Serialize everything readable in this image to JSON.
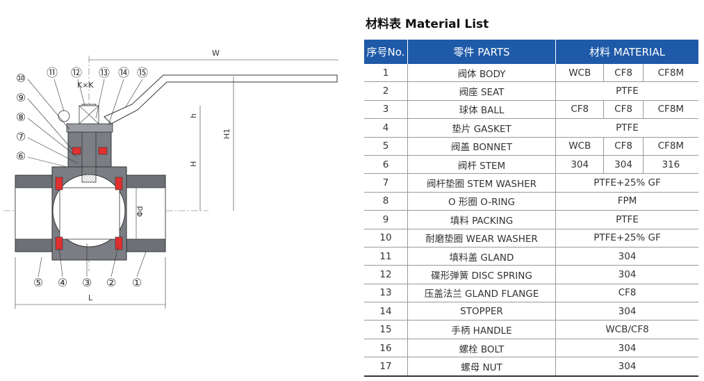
{
  "title": "材料表 Material List",
  "table": {
    "headers": [
      "序号No.",
      "零件 PARTS",
      "材料 MATERIAL"
    ],
    "rows": [
      {
        "no": "1",
        "part": "阀体 BODY",
        "mat": [
          "WCB",
          "CF8",
          "CF8M"
        ]
      },
      {
        "no": "2",
        "part": "阀座 SEAT",
        "mat": [
          "PTFE"
        ]
      },
      {
        "no": "3",
        "part": "球体 BALL",
        "mat": [
          "CF8",
          "CF8",
          "CF8M"
        ]
      },
      {
        "no": "4",
        "part": "垫片 GASKET",
        "mat": [
          "PTFE"
        ]
      },
      {
        "no": "5",
        "part": "阀盖 BONNET",
        "mat": [
          "WCB",
          "CF8",
          "CF8M"
        ]
      },
      {
        "no": "6",
        "part": "阀杆 STEM",
        "mat": [
          "304",
          "304",
          "316"
        ]
      },
      {
        "no": "7",
        "part": "阀杆垫圈 STEM WASHER",
        "mat": [
          "PTFE+25% GF"
        ]
      },
      {
        "no": "8",
        "part": "O 形圈 O-RING",
        "mat": [
          "FPM"
        ]
      },
      {
        "no": "9",
        "part": "填料 PACKING",
        "mat": [
          "PTFE"
        ]
      },
      {
        "no": "10",
        "part": "耐磨垫圈 WEAR WASHER",
        "mat": [
          "PTFE+25% GF"
        ]
      },
      {
        "no": "11",
        "part": "填料盖 GLAND",
        "mat": [
          "304"
        ]
      },
      {
        "no": "12",
        "part": "碟形弹簧 DISC SPRING",
        "mat": [
          "304"
        ]
      },
      {
        "no": "13",
        "part": "压盖法兰 GLAND FLANGE",
        "mat": [
          "CF8"
        ]
      },
      {
        "no": "14",
        "part": "STOPPER",
        "mat": [
          "304"
        ]
      },
      {
        "no": "15",
        "part": "手柄 HANDLE",
        "mat": [
          "WCB/CF8"
        ]
      },
      {
        "no": "16",
        "part": "螺栓 BOLT",
        "mat": [
          "304"
        ]
      },
      {
        "no": "17",
        "part": "螺母 NUT",
        "mat": [
          "304"
        ]
      }
    ]
  },
  "drawing": {
    "dims": {
      "W": "W",
      "H1": "H1",
      "H": "H",
      "h": "h",
      "L": "L",
      "d": "Φd",
      "KK": "K×K"
    },
    "callouts_top": [
      "⑩",
      "⑪",
      "⑫",
      "⑬",
      "⑭",
      "⑮"
    ],
    "callouts_left": [
      "⑨",
      "⑧",
      "⑦",
      "⑥"
    ],
    "callouts_bottom": [
      "⑤",
      "④",
      "③",
      "②",
      "①"
    ]
  }
}
